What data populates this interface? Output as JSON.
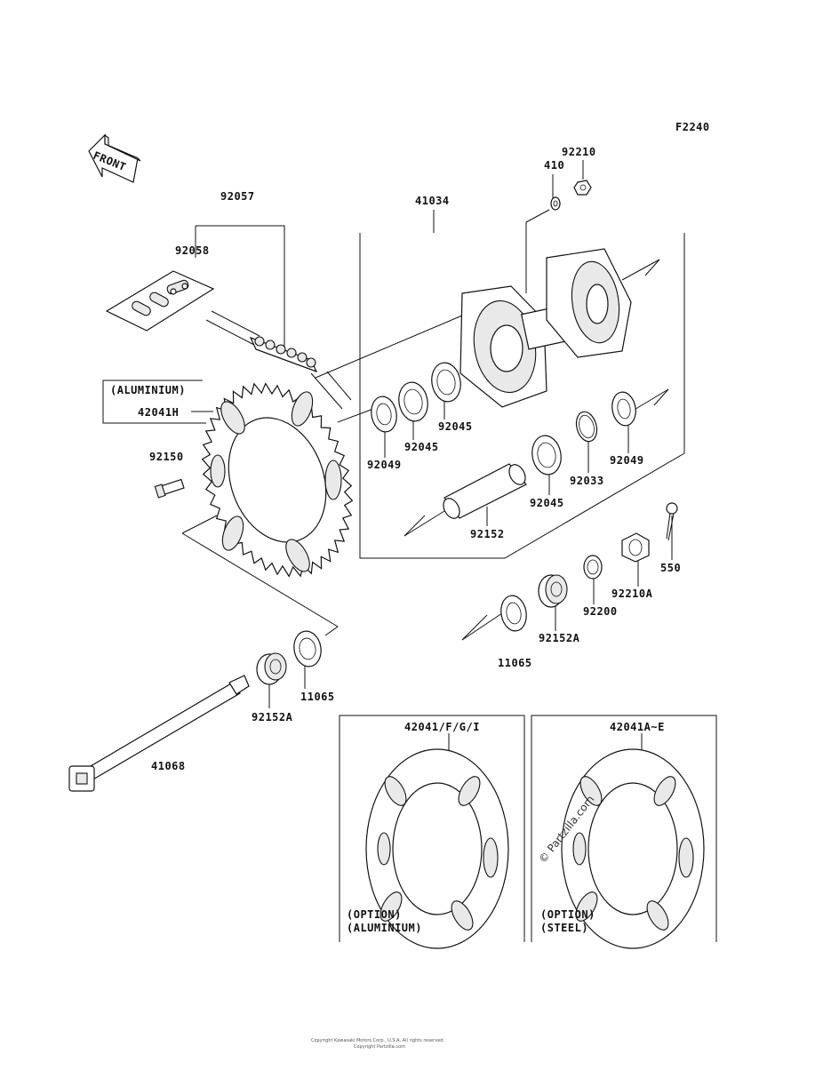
{
  "figure_code": "F2240",
  "front_label": "FRONT",
  "parts": {
    "p92057": "92057",
    "p92058": "92058",
    "p41034": "41034",
    "p410": "410",
    "p92210": "92210",
    "p42041H": "42041H",
    "aluminium_note": "(ALUMINIUM)",
    "p92150": "92150",
    "p92049_a": "92049",
    "p92045_a": "92045",
    "p92045_b": "92045",
    "p92045_c": "92045",
    "p92049_b": "92049",
    "p92033": "92033",
    "p92152": "92152",
    "p550": "550",
    "p92210A": "92210A",
    "p92200": "92200",
    "p92152A_a": "92152A",
    "p11065_a": "11065",
    "p11065_b": "11065",
    "p92152A_b": "92152A",
    "p41068": "41068"
  },
  "option_boxes": [
    {
      "part": "42041/F/G/I",
      "line1": "(OPTION)",
      "line2": "(ALUMINIUM)"
    },
    {
      "part": "42041A~E",
      "line1": "(OPTION)",
      "line2": "(STEEL)"
    }
  ],
  "watermark": "© Partzilla.com",
  "footer": [
    "Copyright Kawasaki Motors Corp., U.S.A. All rights reserved.",
    "Copyright Partzilla.com"
  ]
}
